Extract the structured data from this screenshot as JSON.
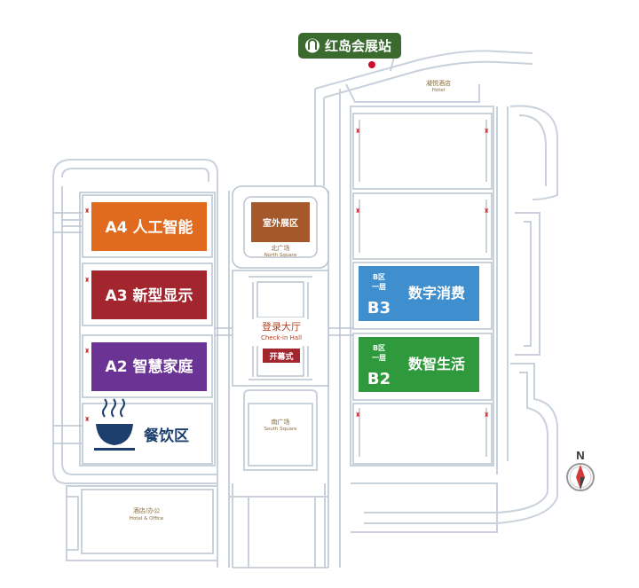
{
  "station": {
    "icon": "metro-icon",
    "name": "红岛会展站",
    "color": "#3a6a2e"
  },
  "halls_west": [
    {
      "code": "A4",
      "name": "人工智能",
      "color": "#e06a1e"
    },
    {
      "code": "A3",
      "name": "新型显示",
      "color": "#a3262f"
    },
    {
      "code": "A2",
      "name": "智慧家庭",
      "color": "#6b3394"
    }
  ],
  "dining": {
    "icon": "steaming-bowl-icon",
    "name": "餐饮区",
    "color": "#1c3f6e"
  },
  "halls_east": [
    {
      "zone": "B区",
      "floor": "一层",
      "code": "B3",
      "name": "数字消费",
      "color": "#3f8fcf"
    },
    {
      "zone": "B区",
      "floor": "一层",
      "code": "B2",
      "name": "数智生活",
      "color": "#2e9a3c"
    }
  ],
  "outdoor": {
    "name": "室外展区",
    "color": "#a5582a"
  },
  "north_square": {
    "cn": "北广场",
    "en": "North Square"
  },
  "checkin": {
    "cn": "登录大厅",
    "en": "Check-in Hall"
  },
  "opening": {
    "name": "开幕式",
    "color": "#a3262f"
  },
  "south_square": {
    "cn": "南广场",
    "en": "South Square"
  },
  "hotel_top": {
    "cn": "凝悦酒店",
    "en": "Hotel"
  },
  "hotel_office": {
    "cn": "酒店/办公",
    "en": "Hotel & Office"
  },
  "compass": {
    "label": "N"
  }
}
